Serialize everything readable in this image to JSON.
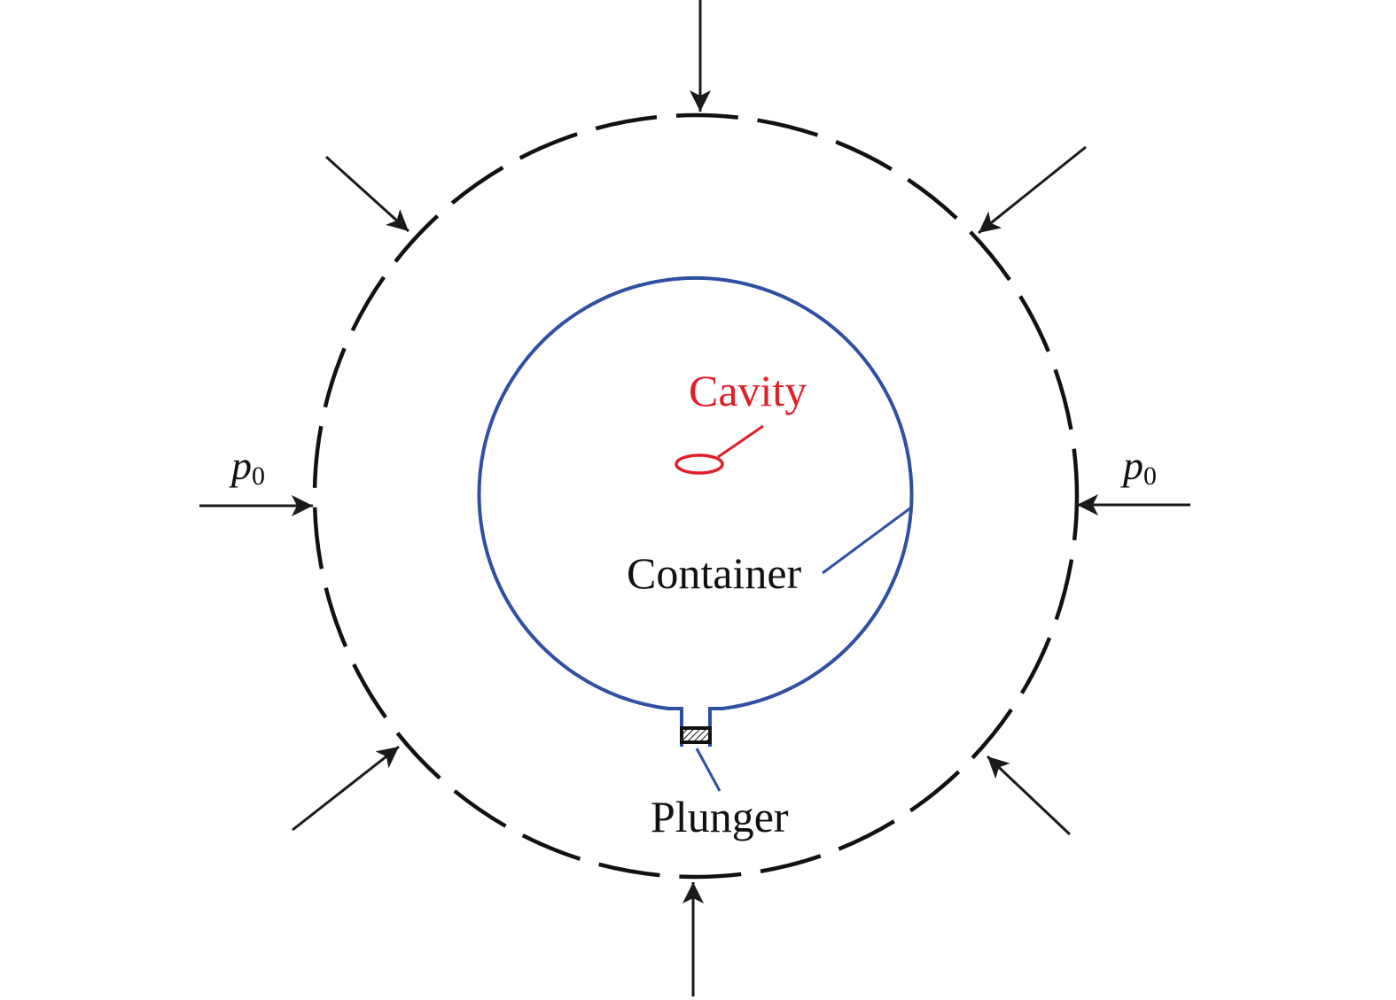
{
  "labels": {
    "cavity": "Cavity",
    "container": "Container",
    "plunger": "Plunger",
    "pressure_left_symbol": "p",
    "pressure_left_subscript": "0",
    "pressure_right_symbol": "p",
    "pressure_right_subscript": "0"
  },
  "colors": {
    "outer_boundary": "#111111",
    "container": "#2f4fa2",
    "cavity": "#e01f26",
    "arrows": "#1a1a1a",
    "text": "#111111"
  }
}
